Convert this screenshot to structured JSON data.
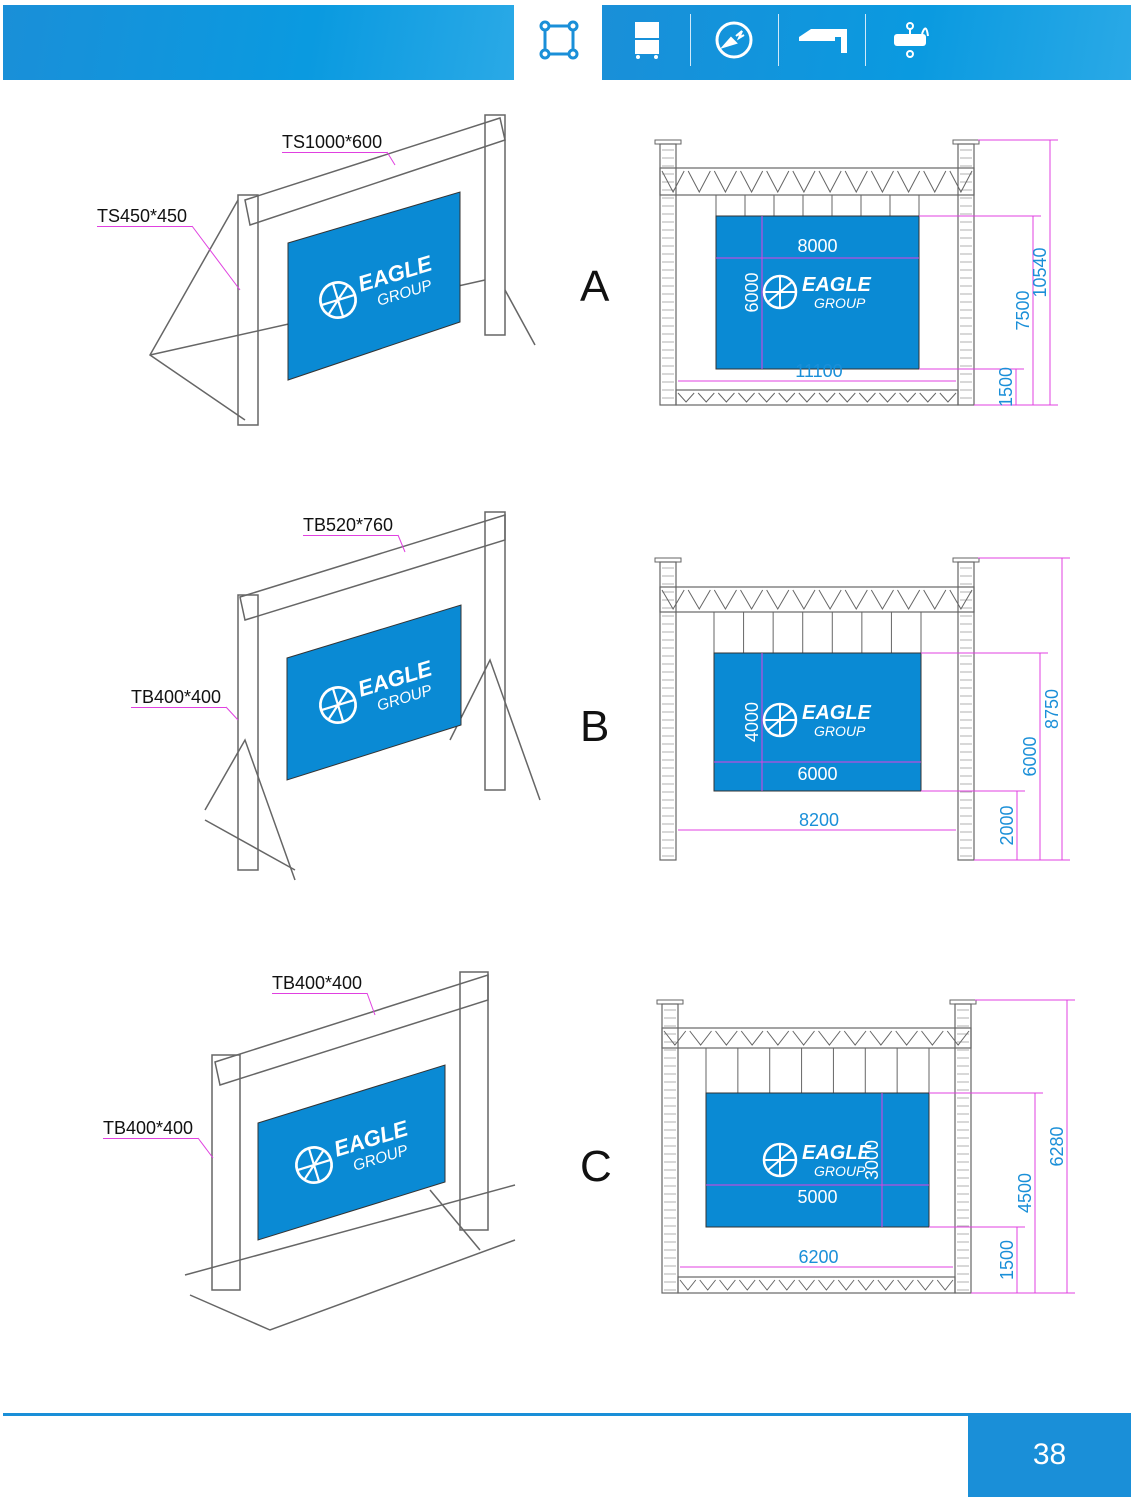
{
  "header": {
    "icons": [
      "truss-frame-icon",
      "flight-case-icon",
      "power-plug-icon",
      "stage-platform-icon",
      "chain-hoist-icon"
    ],
    "accent": "#1a8fd8"
  },
  "brand": {
    "name": "EAGLE",
    "sub": "GROUP"
  },
  "sections": [
    {
      "letter": "A",
      "labels": [
        "TS1000*600",
        "TS450*450"
      ],
      "dims": {
        "screen_w": "8000",
        "screen_h": "6000",
        "span": "11100",
        "clearance": "1500",
        "screen_top": "7500",
        "total_h": "10540"
      }
    },
    {
      "letter": "B",
      "labels": [
        "TB520*760",
        "TB400*400"
      ],
      "dims": {
        "screen_w": "6000",
        "screen_h": "4000",
        "span": "8200",
        "clearance": "2000",
        "screen_top": "6000",
        "total_h": "8750"
      }
    },
    {
      "letter": "C",
      "labels": [
        "TB400*400",
        "TB400*400"
      ],
      "dims": {
        "screen_w": "5000",
        "screen_h": "3000",
        "span": "6200",
        "clearance": "1500",
        "screen_top": "4500",
        "total_h": "6280"
      }
    }
  ],
  "footer": {
    "page_number": "38"
  }
}
